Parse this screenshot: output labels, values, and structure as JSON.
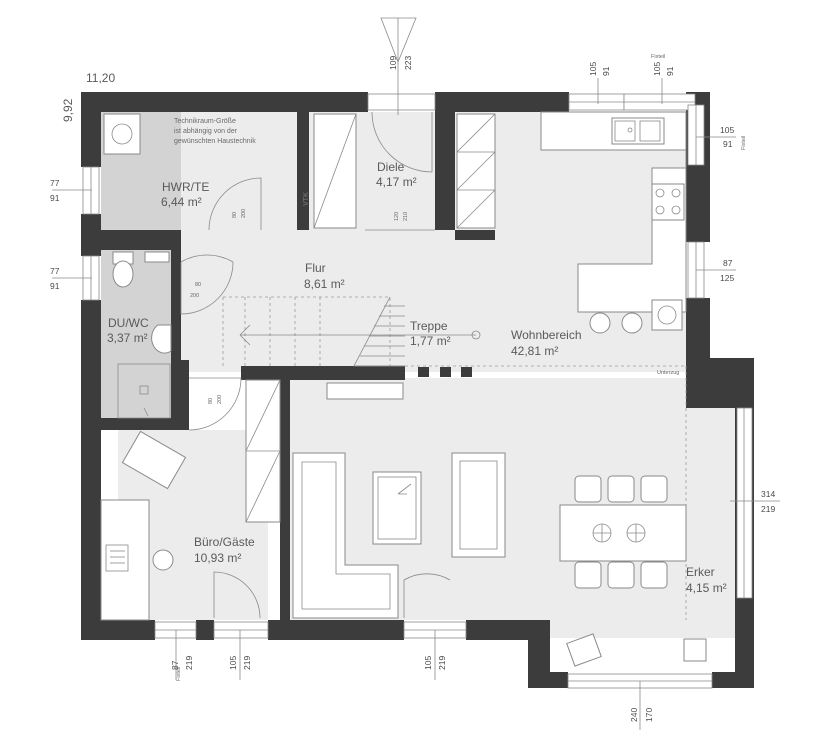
{
  "dimensions": {
    "width": "11,20",
    "depth": "9,92"
  },
  "rooms": [
    {
      "id": "hwr",
      "name": "HWR/TE",
      "area": "6,44 m²"
    },
    {
      "id": "diele",
      "name": "Diele",
      "area": "4,17 m²"
    },
    {
      "id": "flur",
      "name": "Flur",
      "area": "8,61 m²"
    },
    {
      "id": "duwc",
      "name": "DU/WC",
      "area": "3,37 m²"
    },
    {
      "id": "treppe",
      "name": "Treppe",
      "area": "1,77 m²"
    },
    {
      "id": "wohnbereich",
      "name": "Wohnbereich",
      "area": "42,81 m²"
    },
    {
      "id": "buero",
      "name": "Büro/Gäste",
      "area": "10,93 m²"
    },
    {
      "id": "erker",
      "name": "Erker",
      "area": "4,15 m²"
    }
  ],
  "notes": {
    "technik_line1": "Technikraum-Größe",
    "technik_line2": "ist abhängig von der",
    "technik_line3": "gewünschten Haustechnik",
    "vtk": "VTK",
    "unterzug": "Unterzug",
    "fixteil": "Fixteil"
  },
  "openings": {
    "entrance_top": "109",
    "entrance_bottom": "223",
    "top1_top": "105",
    "top1_bottom": "91",
    "top2_top": "105",
    "top2_bottom": "91",
    "right1_top": "105",
    "right1_bottom": "91",
    "right2_top": "87",
    "right2_bottom": "125",
    "erker_side_top": "314",
    "erker_side_bottom": "219",
    "left1_top": "77",
    "left1_bottom": "91",
    "left2_top": "77",
    "left2_bottom": "91",
    "bottom1_top": "87",
    "bottom1_bottom": "219",
    "bottom2_top": "105",
    "bottom2_bottom": "219",
    "bottom3_top": "105",
    "bottom3_bottom": "219",
    "erker_bottom_top": "240",
    "erker_bottom_bottom": "170",
    "door_hwr_top": "80",
    "door_hwr_bottom": "200",
    "door_diele_top": "120",
    "door_diele_bottom": "210",
    "door_wc_top": "80",
    "door_wc_bottom": "200",
    "door_buero_top": "80",
    "door_buero_bottom": "200"
  }
}
